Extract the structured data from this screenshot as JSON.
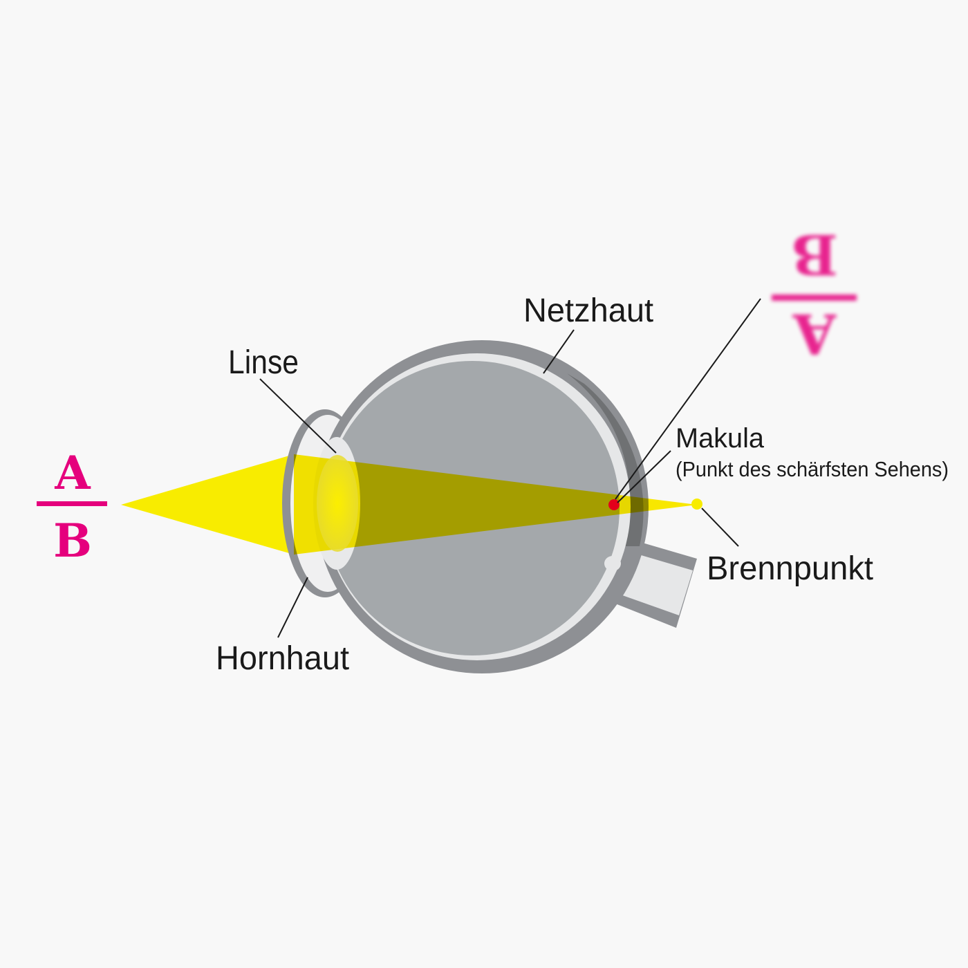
{
  "labels": {
    "netzhaut": "Netzhaut",
    "linse": "Linse",
    "makula": "Makula",
    "makula_sub": "(Punkt des schärfsten Sehens)",
    "brennpunkt": "Brennpunkt",
    "hornhaut": "Hornhaut"
  },
  "object": {
    "top": "A",
    "bottom": "B"
  },
  "image_blurred": {
    "top": "A",
    "bottom": "B"
  },
  "colors": {
    "accent": "#e5007d",
    "light": "#f8ec00",
    "macula": "#e3001b",
    "sclera": "#8e9094",
    "vitreous": "#a4a8ab"
  }
}
